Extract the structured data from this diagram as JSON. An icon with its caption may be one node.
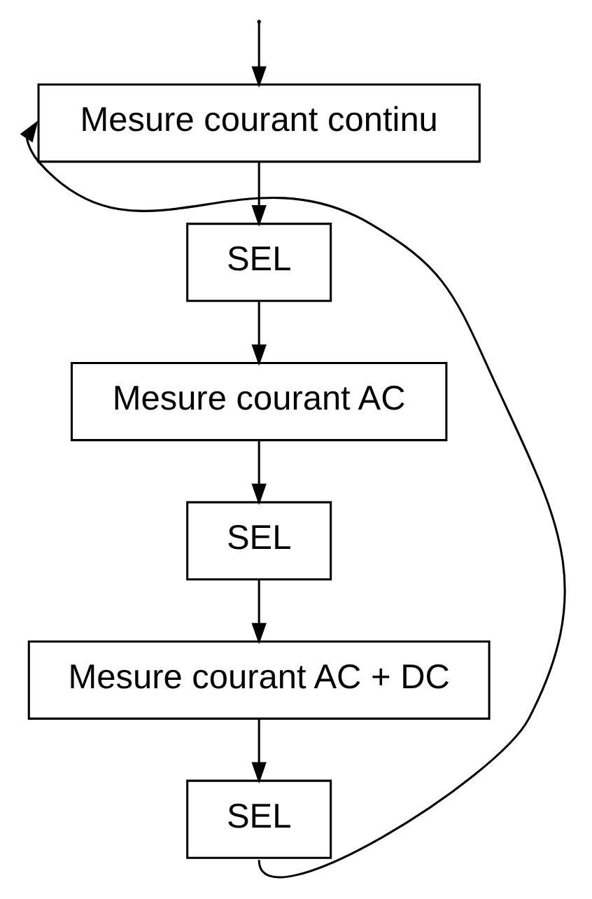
{
  "diagram": {
    "nodes": [
      {
        "text": [
          "Mesure courant continu"
        ]
      },
      {
        "text": [
          "SEL"
        ]
      },
      {
        "text": [
          "Mesure courant AC"
        ]
      },
      {
        "text": [
          "SEL"
        ]
      },
      {
        "text": [
          "Mesure courant AC + DC"
        ]
      },
      {
        "text": [
          "SEL"
        ]
      }
    ],
    "edges": [
      {
        "from": null,
        "to": 0,
        "arrow": "to"
      },
      {
        "from": 0,
        "to": 1,
        "arrow": "to"
      },
      {
        "from": 1,
        "to": 2,
        "arrow": "to"
      },
      {
        "from": 2,
        "to": 3,
        "arrow": "to"
      },
      {
        "from": 3,
        "to": 4,
        "arrow": "to"
      },
      {
        "from": 4,
        "to": 5,
        "arrow": "to"
      },
      {
        "from": 5,
        "to": 0,
        "arrow": "to"
      }
    ]
  }
}
